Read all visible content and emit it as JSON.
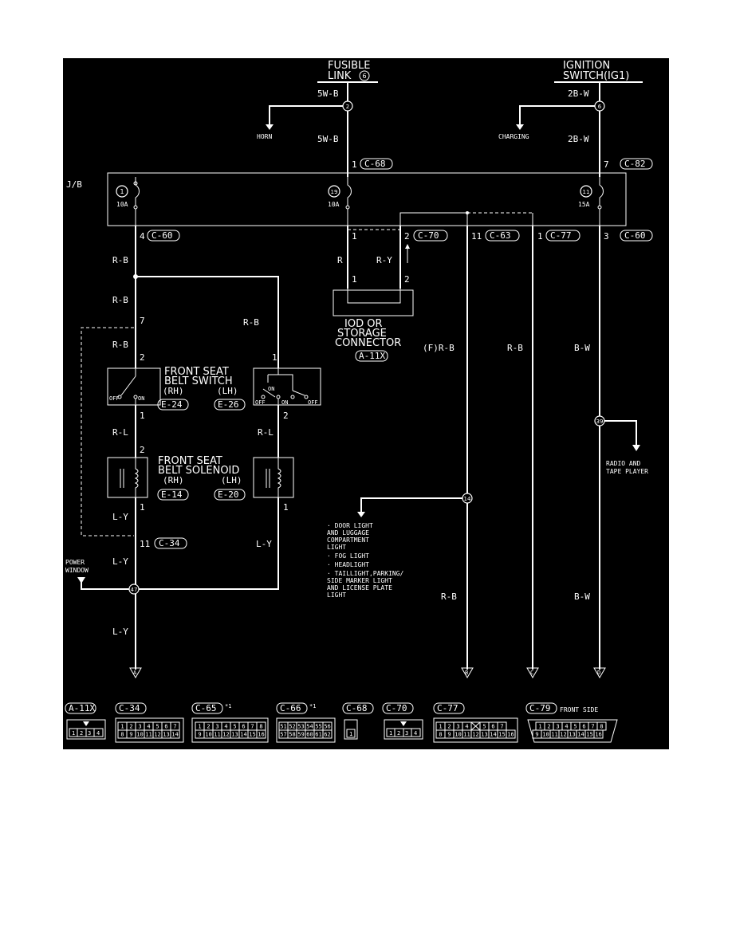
{
  "colors": {
    "background": "#000000",
    "line": "#ffffff",
    "page": "#ffffff"
  },
  "sources": {
    "fusible_link_1": "FUSIBLE",
    "fusible_link_2": "LINK",
    "fusible_link_num": "6",
    "ignition_1": "IGNITION",
    "ignition_2": "SWITCH(IG1)"
  },
  "wires": {
    "w5wb_top": "5W-B",
    "w5wb_mid": "5W-B",
    "w2bw_top": "2B-W",
    "w2bw_mid": "2B-W",
    "rb_1": "R-B",
    "rb_2": "R-B",
    "rb_3": "R-B",
    "rb_4": "R-B",
    "r": "R",
    "ry": "R-Y",
    "f_rb": "(F)R-B",
    "rb_c77": "R-B",
    "bw_1": "B-W",
    "rl_rh": "R-L",
    "rl_lh": "R-L",
    "ly_1": "L-Y",
    "ly_2": "L-Y",
    "ly_lh": "L-Y",
    "ly_3": "L-Y",
    "rb_bottom": "R-B",
    "bw_bottom": "B-W"
  },
  "splices": {
    "s_horn": "2",
    "s_charging": "6",
    "s_radio": "39",
    "s_lights": "14",
    "s_power": "47"
  },
  "branches": {
    "horn": "HORN",
    "charging": "CHARGING",
    "radio_1": "RADIO AND",
    "radio_2": "TAPE PLAYER",
    "power_1": "POWER",
    "power_2": "WINDOW",
    "lights": [
      "· DOOR LIGHT",
      "  AND LUGGAGE",
      "  COMPARTMENT",
      "  LIGHT",
      "· FOG LIGHT",
      "· HEADLIGHT",
      "· TAILLIGHT,PARKING/",
      "  SIDE MARKER LIGHT",
      "  AND LICENSE PLATE",
      "  LIGHT"
    ]
  },
  "junction_block": {
    "label": "J/B",
    "fuse1": "1",
    "fuse1_amp": "10A",
    "fuse19": "19",
    "fuse19_amp": "10A",
    "fuse11": "11",
    "fuse11_amp": "15A"
  },
  "pins": {
    "c68_pin": "1",
    "c82_pin": "7",
    "c60_left_pin": "4",
    "c70_pin1": "1",
    "c70_pin2": "2",
    "c63_pin": "11",
    "c77_pin": "1",
    "c60_right_pin": "3",
    "iod_pin1": "1",
    "iod_pin2": "2",
    "c34_pin7": "7",
    "sw_rh_pin2": "2",
    "sw_lh_pin1": "1",
    "sw_rh_pin1": "1",
    "sw_lh_pin2": "2",
    "sol_rh_pin2": "2",
    "sol_rh_pin1": "1",
    "sol_lh_pin1": "1",
    "c34_pin11": "11"
  },
  "connectors": {
    "c68": "C-68",
    "c82": "C-82",
    "c60_left": "C-60",
    "c70": "C-70",
    "c63": "C-63",
    "c77": "C-77",
    "c60_right": "C-60",
    "a11x": "A-11X",
    "e24": "E-24",
    "e26": "E-26",
    "e14": "E-14",
    "e20": "E-20",
    "c34": "C-34"
  },
  "components": {
    "iod_1": "IOD OR",
    "iod_2": "STORAGE",
    "iod_3": "CONNECTOR",
    "switch_1": "FRONT SEAT",
    "switch_2": "BELT SWITCH",
    "switch_rh": "(RH)",
    "switch_lh": "(LH)",
    "off": "OFF",
    "on": "ON",
    "solenoid_1": "FRONT SEAT",
    "solenoid_2": "BELT SOLENOID",
    "solenoid_rh": "(RH)",
    "solenoid_lh": "(LH)"
  },
  "terminals": {
    "a": "A",
    "b": "B",
    "c": "C",
    "d": "D"
  },
  "legend": {
    "a11x": {
      "label": "A-11X",
      "pins": [
        "1",
        "2",
        "3",
        "4"
      ]
    },
    "c34": {
      "label": "C-34",
      "row1": [
        "1",
        "2",
        "3",
        "4",
        "5",
        "6",
        "7"
      ],
      "row2": [
        "8",
        "9",
        "10",
        "11",
        "12",
        "13",
        "14"
      ]
    },
    "c65": {
      "label": "C-65",
      "note": "*1",
      "row1": [
        "1",
        "2",
        "3",
        "4",
        "5",
        "6",
        "7",
        "8"
      ],
      "row2": [
        "9",
        "10",
        "11",
        "12",
        "13",
        "14",
        "15",
        "16"
      ]
    },
    "c66": {
      "label": "C-66",
      "note": "*1",
      "row1": [
        "51",
        "52",
        "53",
        "54",
        "55",
        "56"
      ],
      "row2": [
        "57",
        "58",
        "59",
        "60",
        "61",
        "62"
      ]
    },
    "c68": {
      "label": "C-68",
      "pins": [
        "1"
      ]
    },
    "c70": {
      "label": "C-70",
      "pins": [
        "1",
        "2",
        "3",
        "4"
      ]
    },
    "c77": {
      "label": "C-77",
      "row1": [
        "1",
        "2",
        "3",
        "4",
        "",
        "5",
        "6",
        "7"
      ],
      "row2": [
        "8",
        "9",
        "10",
        "11",
        "12",
        "13",
        "14",
        "15",
        "16"
      ]
    },
    "c79": {
      "label": "C-79",
      "caption": "FRONT SIDE",
      "row1": [
        "1",
        "2",
        "3",
        "4",
        "5",
        "6",
        "7",
        "8"
      ],
      "row2": [
        "9",
        "10",
        "11",
        "12",
        "13",
        "14",
        "15",
        "16"
      ]
    }
  }
}
